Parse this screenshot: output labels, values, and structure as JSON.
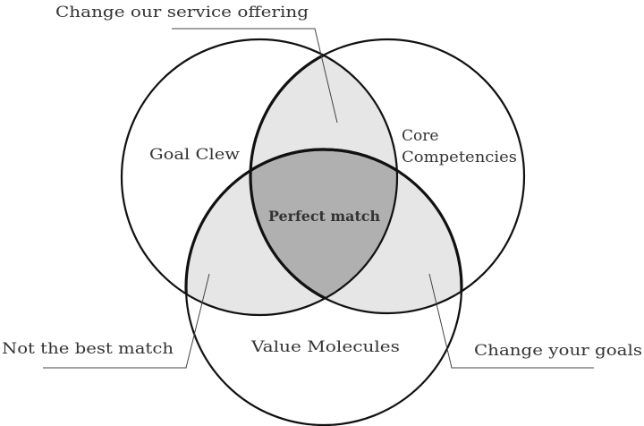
{
  "sets": {
    "goal": "Goal Clew",
    "core_line1": "Core",
    "core_line2": "Competencies",
    "value": "Value Molecules"
  },
  "regions": {
    "center": "Perfect match",
    "goal_core": "Change our service offering",
    "goal_value": "Not the best match",
    "core_value": "Change your goals"
  },
  "colors": {
    "pair_fill": "#e6e6e6",
    "center_fill": "#b0b0b0",
    "stroke": "#111111"
  }
}
